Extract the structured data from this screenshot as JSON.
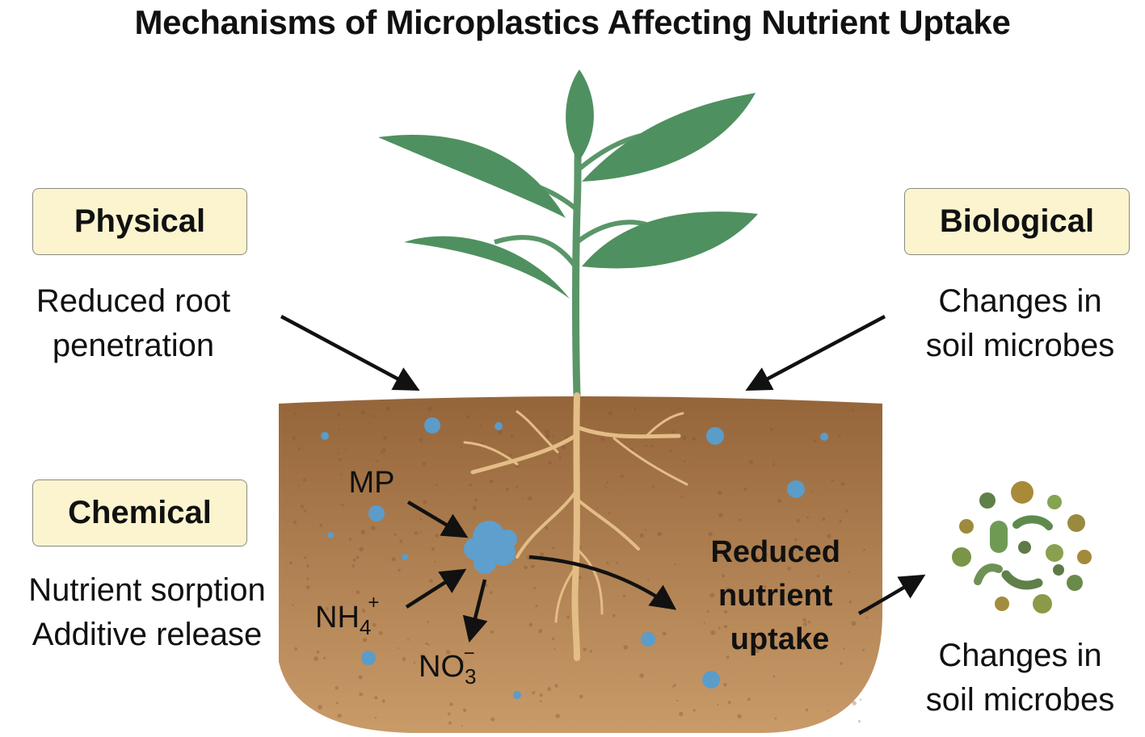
{
  "title": "Mechanisms of Microplastics Affecting Nutrient Uptake",
  "categories": {
    "physical": {
      "label": "Physical",
      "description": [
        "Reduced root",
        "penetration"
      ]
    },
    "biological": {
      "label": "Biological",
      "description": [
        "Changes in",
        "soil microbes"
      ]
    },
    "chemical": {
      "label": "Chemical",
      "description": [
        "Nutrient sorption",
        "Additive release"
      ]
    }
  },
  "soil_labels": {
    "mp": "MP",
    "ammonium": {
      "base": "NH",
      "sub": "4",
      "sup": "+"
    },
    "nitrate": {
      "base": "NO",
      "sub": "3",
      "sup": "−"
    },
    "outcome": [
      "Reduced",
      "nutrient",
      "uptake"
    ]
  },
  "microbes_caption": [
    "Changes in",
    "soil microbes"
  ],
  "colors": {
    "soil_top": "#9a6a3c",
    "soil_bottom": "#c89a68",
    "leaf": "#4f9060",
    "stem": "#5a9668",
    "root": "#e3bd86",
    "microplastic": "#5b9cc9",
    "label_box": "#fbf4cf"
  }
}
